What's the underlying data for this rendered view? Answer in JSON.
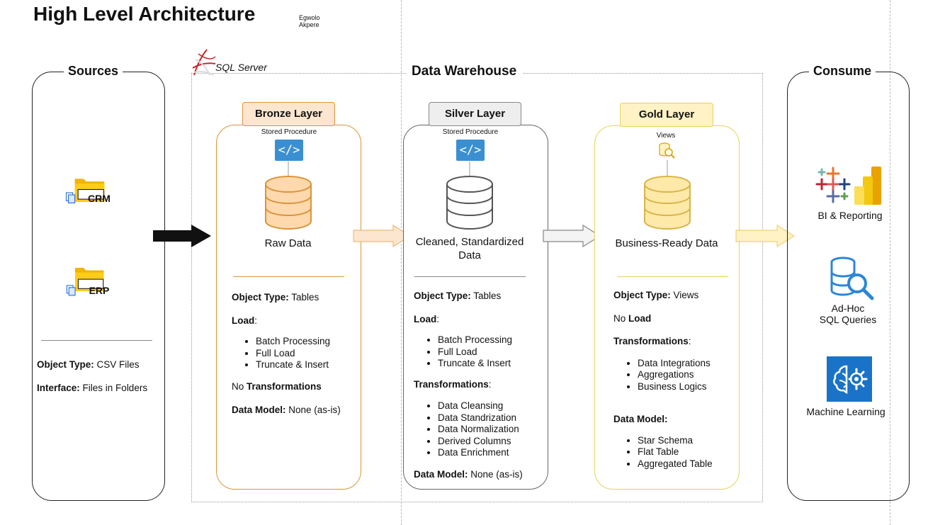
{
  "header": {
    "title": "High Level Architecture",
    "author_line1": "Egwolo",
    "author_line2": "Akpere"
  },
  "sources": {
    "title": "Sources",
    "items": [
      {
        "label": "CRM",
        "icon": "folder-icon"
      },
      {
        "label": "ERP",
        "icon": "folder-icon"
      }
    ],
    "object_type_key": "Object Type:",
    "object_type_value": "CSV Files",
    "interface_key": "Interface:",
    "interface_value": "Files in Folders"
  },
  "warehouse": {
    "title": "Data Warehouse",
    "platform": "SQL Server",
    "layers": [
      {
        "name": "Bronze Layer",
        "process": "Stored Procedure",
        "caption": "Raw Data",
        "object_type_key": "Object Type:",
        "object_type_value": "Tables",
        "load_key": "Load",
        "load_suffix": ":",
        "load_items": [
          "Batch Processing",
          "Full Load",
          "Truncate & Insert"
        ],
        "transform_prefix": "No ",
        "transform_key": "Transformations",
        "model_key": "Data Model:",
        "model_value": "None (as-is)"
      },
      {
        "name": "Silver Layer",
        "process": "Stored Procedure",
        "caption_line1": "Cleaned, Standardized",
        "caption_line2": "Data",
        "object_type_key": "Object Type:",
        "object_type_value": "Tables",
        "load_key": "Load",
        "load_suffix": ":",
        "load_items": [
          "Batch Processing",
          "Full Load",
          "Truncate & Insert"
        ],
        "transform_key": "Transformations",
        "transform_suffix": ":",
        "transform_items": [
          "Data Cleansing",
          "Data Standrization",
          "Data Normalization",
          "Derived Columns",
          "Data Enrichment"
        ],
        "model_key": "Data Model:",
        "model_value": "None (as-is)"
      },
      {
        "name": "Gold Layer",
        "process": "Views",
        "caption": "Business-Ready Data",
        "object_type_key": "Object Type:",
        "object_type_value": "Views",
        "load_prefix": "No ",
        "load_key": "Load",
        "transform_key": "Transformations",
        "transform_suffix": ":",
        "transform_items": [
          "Data Integrations",
          "Aggregations",
          "Business Logics"
        ],
        "model_key": "Data Model:",
        "model_items": [
          "Star Schema",
          "Flat Table",
          "Aggregated Table"
        ]
      }
    ]
  },
  "consume": {
    "title": "Consume",
    "items": [
      {
        "label": "BI & Reporting"
      },
      {
        "label_line1": "Ad-Hoc",
        "label_line2": "SQL Queries"
      },
      {
        "label": "Machine Learning"
      }
    ]
  },
  "colors": {
    "bronze_border": "#d9953a",
    "bronze_fill": "#fde6cf",
    "silver_border": "#666666",
    "silver_fill": "#eeeeee",
    "gold_border": "#e9d25a",
    "gold_fill": "#fff2c4"
  }
}
